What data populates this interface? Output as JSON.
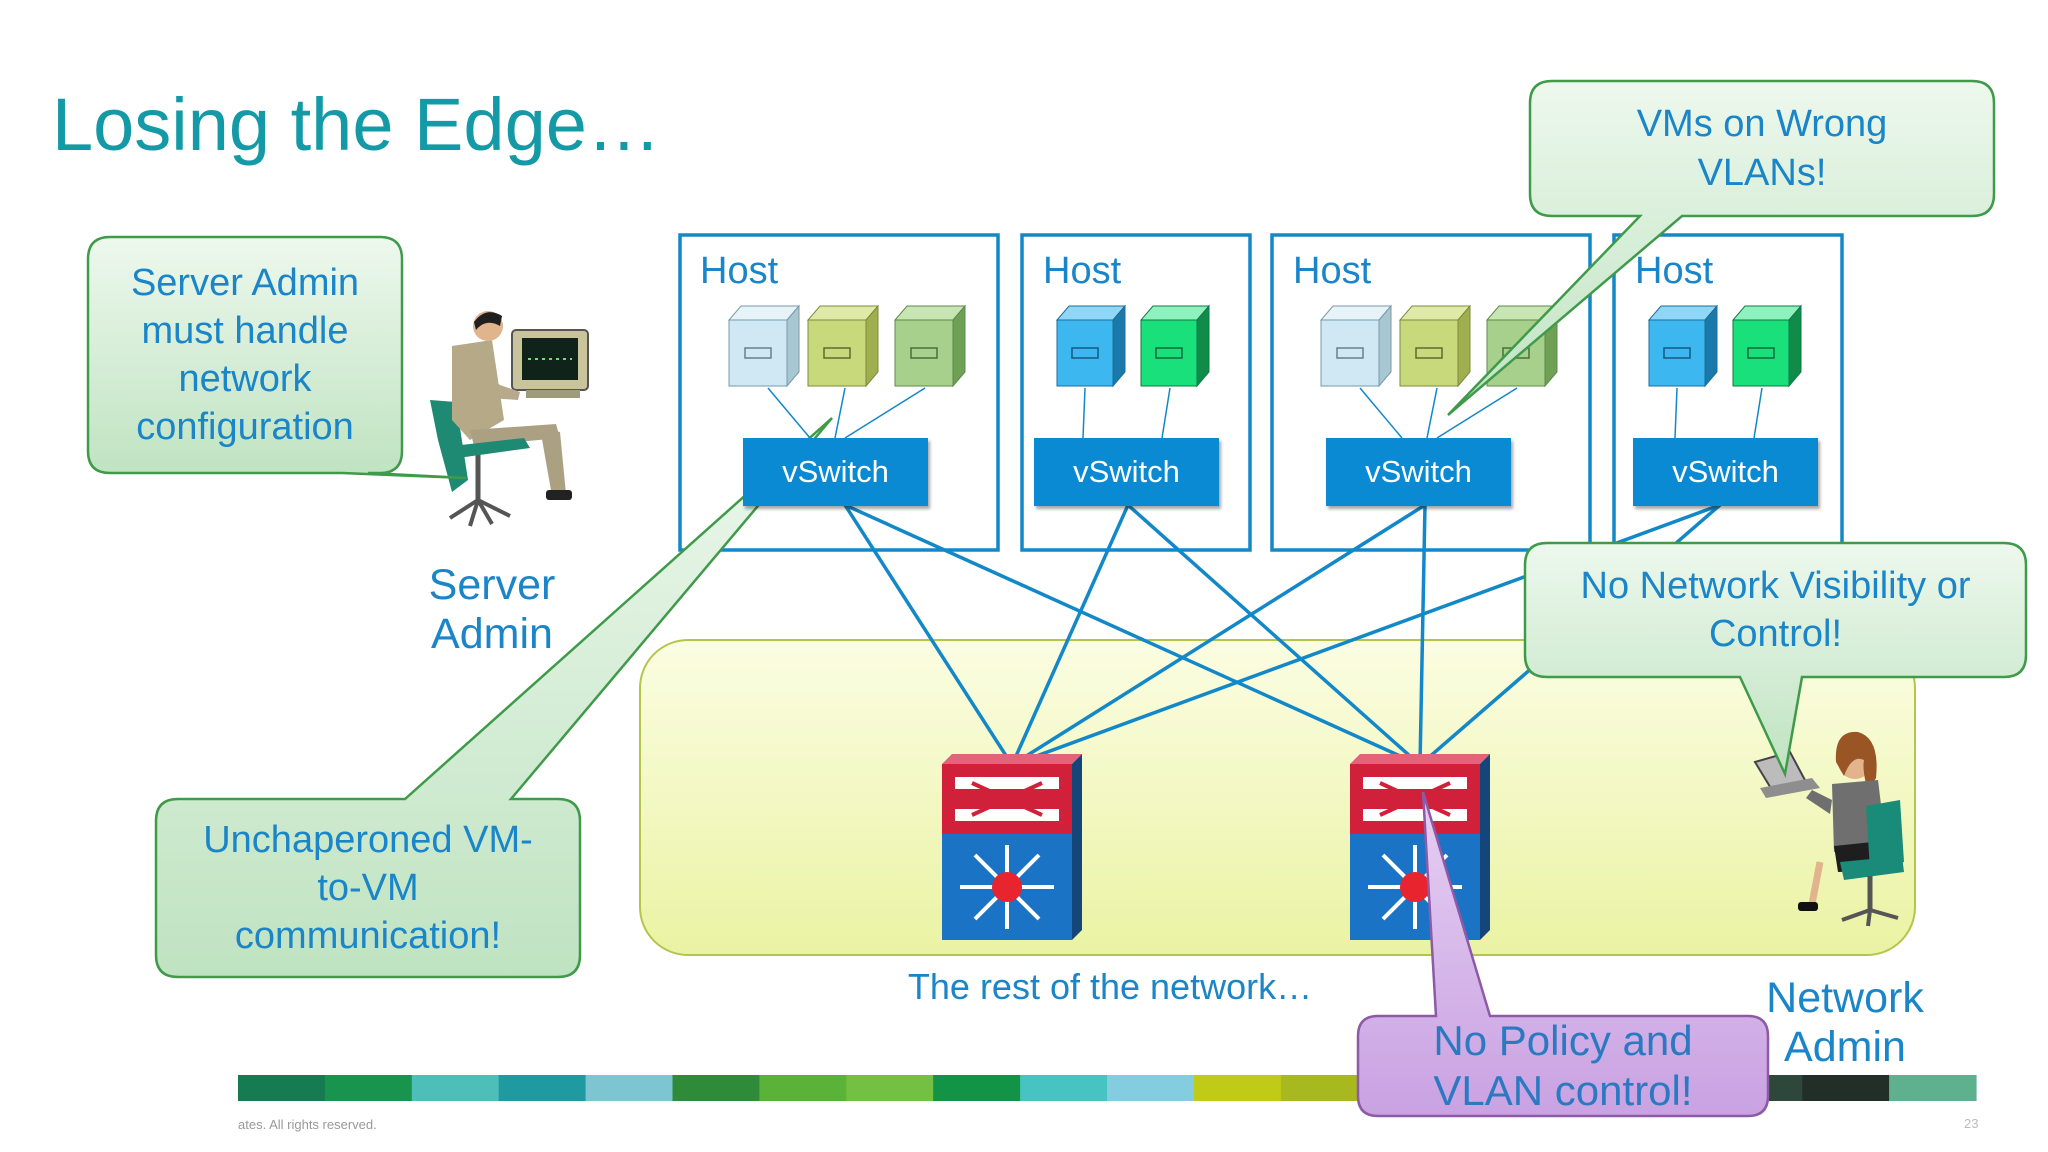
{
  "slide": {
    "title": "Losing the Edge…",
    "footer_copyright": "ates. All rights reserved.",
    "page_number": "23"
  },
  "hosts": [
    {
      "label": "Host",
      "vswitch": "vSwitch",
      "vm_colors": [
        "#cfe8f3",
        "#c8d97c",
        "#a8d08d"
      ]
    },
    {
      "label": "Host",
      "vswitch": "vSwitch",
      "vm_colors": [
        "#3cb7f0",
        "#19e07a"
      ]
    },
    {
      "label": "Host",
      "vswitch": "vSwitch",
      "vm_colors": [
        "#cfe8f3",
        "#c8d97c",
        "#a8d08d"
      ]
    },
    {
      "label": "Host",
      "vswitch": "vSwitch",
      "vm_colors": [
        "#3cb7f0",
        "#19e07a"
      ]
    }
  ],
  "roles": {
    "server_admin": "Server\nAdmin",
    "network_admin": "Network\nAdmin"
  },
  "network_label": "The rest of the network…",
  "callouts": {
    "server_admin": "Server Admin\nmust handle\nnetwork\nconfiguration",
    "vms_wrong_vlans": "VMs on Wrong\nVLANs!",
    "no_visibility": "No Network Visibility or\nControl!",
    "unchaperoned": "Unchaperoned VM-\nto-VM\ncommunication!",
    "no_policy": "No Policy and\nVLAN control!"
  },
  "colors": {
    "title": "#139aa6",
    "label_blue": "#1a85c8",
    "link_blue": "#1288c8",
    "vswitch_fill": "#0a8ad3",
    "host_border": "#1288c8",
    "callout_green": "#d6eed6",
    "callout_border": "#3f9a4a",
    "callout_purple": "#d8b8ec",
    "callout_purple_border": "#8d5aa6",
    "network_area": "#f2f7b0",
    "network_area_border": "#b4c64a",
    "switch_red": "#d0203a",
    "switch_blue": "#1a73c4"
  },
  "footer_bar_colors": [
    "#177b52",
    "#19944e",
    "#4dbfb8",
    "#1f9aa0",
    "#7ec5d2",
    "#2f8a3a",
    "#5ab338",
    "#74c042",
    "#129345",
    "#47c4c1",
    "#84cde0",
    "#bfcb16",
    "#a8b920",
    "#a6bc19",
    "#9cc143",
    "#91c65c",
    "#33583f",
    "#2d473a",
    "#222f28",
    "#5fb08e"
  ]
}
